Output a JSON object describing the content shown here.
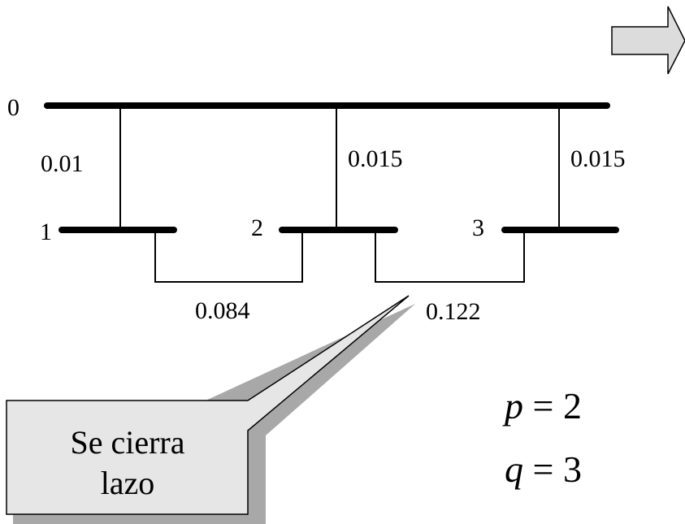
{
  "buses": {
    "b0": "0",
    "b1": "1",
    "b2": "2",
    "b3": "3"
  },
  "impedances": {
    "z01": "0.01",
    "z02": "0.015",
    "z03": "0.015",
    "z12": "0.084",
    "z23": "0.122"
  },
  "callout": {
    "line1": "Se cierra",
    "line2": "lazo"
  },
  "equations": {
    "p_var": "p",
    "p_rest": " = 2",
    "q_var": "q",
    "q_rest": " = 3"
  },
  "icons": {
    "nav": "right-arrow-icon"
  },
  "colors": {
    "line": "#000000",
    "callout_fill": "#e6e6e6",
    "callout_shadow": "#a8a8a8",
    "arrow_fill": "#dcdcdc"
  }
}
